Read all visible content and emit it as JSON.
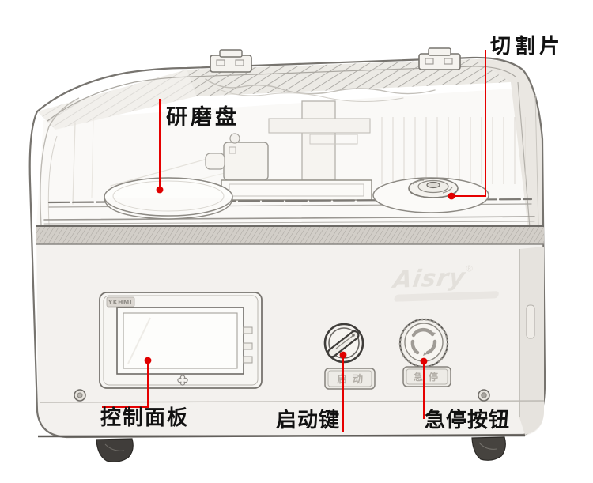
{
  "callouts": {
    "cutting_disc": {
      "label": "切割片"
    },
    "grinding_disc": {
      "label": "研磨盘"
    },
    "control_panel": {
      "label": "控制面板"
    },
    "start_key": {
      "label": "启动键"
    },
    "emergency_stop": {
      "label": "急停按钮"
    }
  },
  "machine": {
    "hmi_brand": "YKHMI",
    "start_button_plate": "启动",
    "estop_button_plate": "急停",
    "watermark": "Aisry",
    "watermark_mark": "®"
  },
  "colors": {
    "callout_line": "#e60000",
    "callout_dot": "#e00000",
    "label_text": "#111111",
    "sketch_stroke": "#888888",
    "background": "#ffffff"
  }
}
